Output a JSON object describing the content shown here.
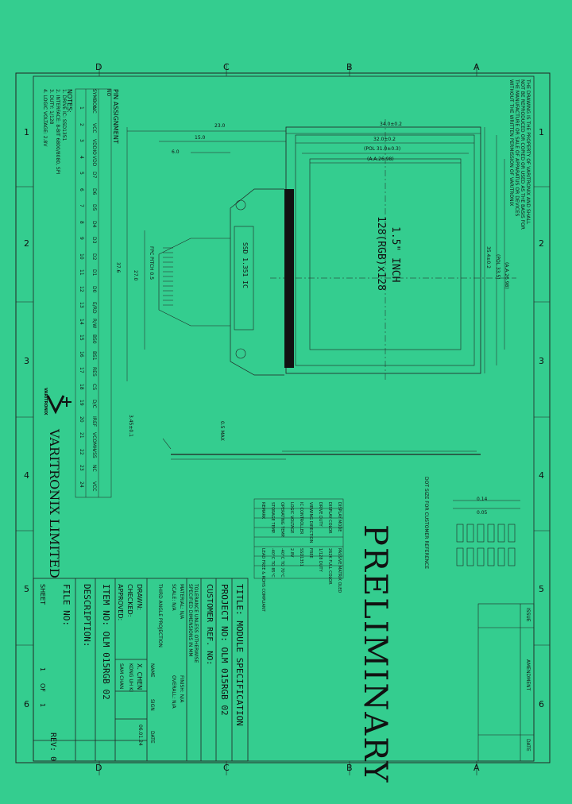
{
  "border_letters_top": [
    "D",
    "C",
    "B",
    "A"
  ],
  "border_letters_bottom": [
    "D",
    "C",
    "B",
    "A"
  ],
  "border_numbers_left": [
    "1",
    "2",
    "3",
    "4",
    "5",
    "6"
  ],
  "border_numbers_right": [
    "1",
    "2",
    "3",
    "4",
    "5",
    "6"
  ],
  "top_note": "THE DRAWING IS THE PROPERTY OF VARITRONIX AND SHALL NOT BE REPRODUCED OR COPIED OR USED AS THE BASIS FOR THE MANUFACTURE OR SALE OF APPARATUS OR DEVICES WITHOUT THE WRITTEN PERMISSION OF VARITRONIX",
  "display": {
    "size": "1.5\" INCH",
    "resolution": "128(RGB)x128",
    "ic": "SSD 1.351 IC",
    "fpc_label": "FPC PITCH 0.5",
    "dot_note": "DOT SIZE FOR CUSTOMER REFERENCE",
    "preliminary": "PRELIMINARY"
  },
  "dims": [
    "34.0±0.2",
    "32.0±0.2",
    "(POL 31.0±0.3)",
    "(A.A.26.98)",
    "23.0",
    "15.0",
    "6.0",
    "37.6",
    "27.0",
    "35.4±0.2",
    "(POL 33.5)",
    "(A.A.26.98)",
    "0.5 MAX",
    "3.45±0.1",
    "0.14",
    "0.05"
  ],
  "pin_table": {
    "title": "PIN ASSIGNMENT",
    "headers": [
      "NO",
      "SYMBOL"
    ],
    "rows": [
      [
        "1",
        "NC"
      ],
      [
        "2",
        "VCC"
      ],
      [
        "3",
        "VDDIO"
      ],
      [
        "4",
        "VDD"
      ],
      [
        "5",
        "D7"
      ],
      [
        "6",
        "D6"
      ],
      [
        "7",
        "D5"
      ],
      [
        "8",
        "D4"
      ],
      [
        "9",
        "D3"
      ],
      [
        "10",
        "D2"
      ],
      [
        "11",
        "D1"
      ],
      [
        "12",
        "D0"
      ],
      [
        "13",
        "E/RD"
      ],
      [
        "14",
        "R/W"
      ],
      [
        "15",
        "BS0"
      ],
      [
        "16",
        "BS1"
      ],
      [
        "17",
        "RES"
      ],
      [
        "18",
        "CS"
      ],
      [
        "19",
        "D/C"
      ],
      [
        "20",
        "IREF"
      ],
      [
        "21",
        "VCOMH"
      ],
      [
        "22",
        "VSS"
      ],
      [
        "23",
        "NC"
      ],
      [
        "24",
        "VCC"
      ]
    ]
  },
  "notes": {
    "title": "NOTES:",
    "lines": [
      "1. DRIVE IC: SSD1351",
      "2. INTERFACE: 8-BIT 6800/8080, SPI",
      "3. DUTY: 1/128",
      "4. LOGIC VOLTAGE: 2.8V"
    ]
  },
  "spec_table": [
    [
      "DISPLAY MODE",
      "PASSIVE MATRIX OLED"
    ],
    [
      "DISPLAY COLOR",
      "262K FULL COLOR"
    ],
    [
      "DRIVE DUTY",
      "1/128 DUTY"
    ],
    [
      "VIEWING DIRECTION",
      "FREE"
    ],
    [
      "IC CONTROLLER",
      "SSD1351"
    ],
    [
      "LOGIC VOLTAGE",
      "2.8V"
    ],
    [
      "OPERATING TEMP.",
      "-40°C TO 70°C"
    ],
    [
      "STORAGE TEMP.",
      "-40°C TO 85°C"
    ],
    [
      "REMARK",
      "LEAD FREE & ROHS COMPLIANT"
    ]
  ],
  "revision_block": {
    "headers": [
      "ISSUE",
      "AMENDMENT",
      "DATE"
    ]
  },
  "title_block": {
    "title": "TITLE: MODULE SPECIFICATION",
    "project": "PROJECT NO: OLM 015RGB 02",
    "customer_ref": "CUSTOMER REF. NO:",
    "tolerance": "TOLERANCE UNLESS OTHERWISE SPECIFIED DIMENSIONS IN MM",
    "material": "MATERIAL: N/A",
    "finish": "FINISH: N/A",
    "scale": "SCALE: N/A",
    "overall": "OVERALL: N/A",
    "third_angle": "THIRD ANGLE PROJECTION",
    "name_h": "NAME",
    "sign_h": "SIGN",
    "date_h": "DATE",
    "drawn_label": "DRAWN:",
    "drawn_by": "X. CHEN",
    "drawn_date": "06.01.24",
    "checked_label": "CHECKED:",
    "checked_by": "KONG UH KI",
    "approved_label": "APPROVED:",
    "approved_by": "SAM CHAN",
    "item_no": "ITEM NO: OLM 015RGB 02",
    "description": "DESCRIPTION:",
    "file_no": "FILE NO:",
    "rev": "REV: 0",
    "sheet": "SHEET",
    "sheet_no": "1",
    "of": "OF",
    "sheet_total": "1"
  },
  "company": {
    "logo_text": "V+",
    "name": "VARITRONIX LIMITED",
    "brand": "VARITRONIX"
  }
}
